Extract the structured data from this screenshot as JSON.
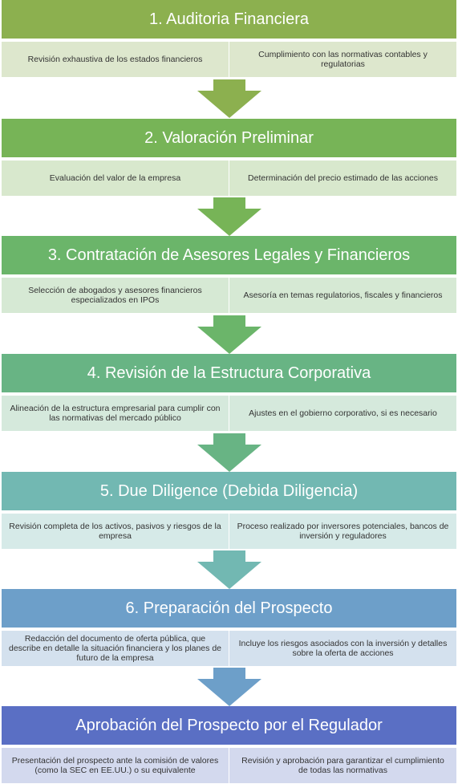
{
  "steps": [
    {
      "title": "1. Auditoria Financiera",
      "color": "#8cb04f",
      "sub_color": "#dde7cd",
      "items": [
        "Revisión exhaustiva de los estados financieros",
        "Cumplimiento con las normativas contables y regulatorias"
      ]
    },
    {
      "title": "2. Valoración Preliminar",
      "color": "#77b457",
      "sub_color": "#d8e8cd",
      "items": [
        "Evaluación del valor de la empresa",
        "Determinación del precio estimado de las acciones"
      ]
    },
    {
      "title": "3. Contratación de Asesores Legales y Financieros",
      "color": "#6bb56a",
      "sub_color": "#d6e9d4",
      "items": [
        "Selección de abogados y asesores financieros especializados en IPOs",
        "Asesoría en temas regulatorios, fiscales y financieros"
      ]
    },
    {
      "title": "4. Revisión de la Estructura Corporativa",
      "color": "#68b484",
      "sub_color": "#d5e9dc",
      "items": [
        "Alineación de la estructura empresarial para cumplir con las normativas del mercado público",
        "Ajustes en el gobierno corporativo, si es necesario"
      ]
    },
    {
      "title": "5. Due Diligence (Debida Diligencia)",
      "color": "#72b8b2",
      "sub_color": "#d6eae8",
      "items": [
        "Revisión completa de los activos, pasivos y riesgos de la empresa",
        "Proceso realizado por inversores potenciales, bancos de inversión y reguladores"
      ]
    },
    {
      "title": "6. Preparación del Prospecto",
      "color": "#6d9fc9",
      "sub_color": "#d4e1ee",
      "items": [
        "Redacción del documento de oferta pública, que describe en detalle la situación financiera y los planes de futuro de la empresa",
        "Incluye los riesgos asociados con la inversión y detalles sobre la oferta de acciones"
      ]
    },
    {
      "title": "Aprobación del Prospecto por el Regulador",
      "color": "#5a6fc4",
      "sub_color": "#d3d9ee",
      "items": [
        "Presentación del prospecto ante la comisión de valores (como la SEC en EE.UU.) o su equivalente",
        "Revisión y aprobación para garantizar el cumplimiento de todas las normativas"
      ]
    }
  ],
  "arrow_colors": [
    "#8cb04f",
    "#77b457",
    "#6bb56a",
    "#68b484",
    "#72b8b2",
    "#6d9fc9"
  ]
}
